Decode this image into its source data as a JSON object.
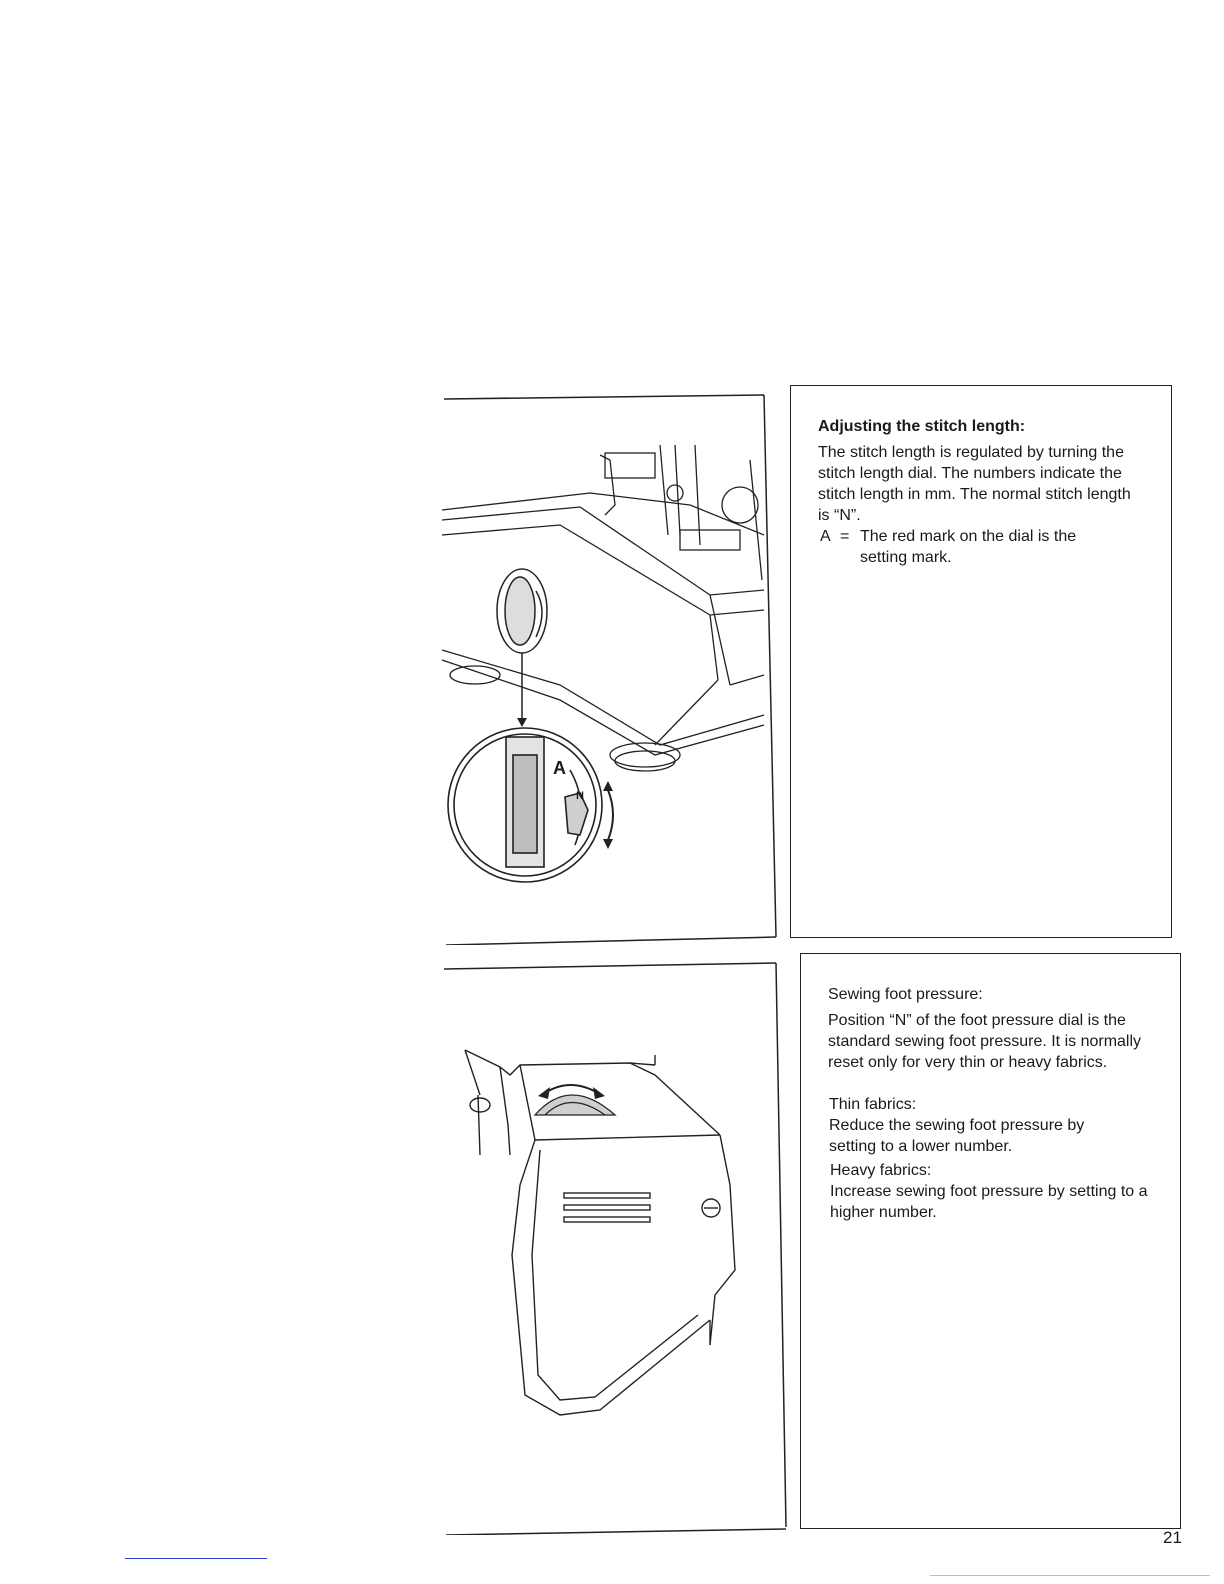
{
  "section1": {
    "heading": "Adjusting the stitch length:",
    "paragraph": "The stitch length is regulated by turning the stitch length dial. The numbers indicate the stitch length in mm. The normal stitch length is “N”.",
    "legend_key": "A",
    "legend_sep": "=",
    "legend_text": "The red mark on the dial is the setting mark.",
    "figure_labels": {
      "a": "A",
      "n": "N"
    }
  },
  "section2": {
    "title": "Sewing foot pressure:",
    "paragraph": "Position “N” of the foot pressure dial is the standard sewing foot pressure. It is normally reset only for very thin or heavy fabrics.",
    "thin_heading": "Thin fabrics:",
    "thin_text": "Reduce the sewing foot pressure by setting to a lower number.",
    "heavy_heading": "Heavy fabrics:",
    "heavy_text": "Increase sewing foot pressure by setting to a higher number."
  },
  "page_number": "21"
}
